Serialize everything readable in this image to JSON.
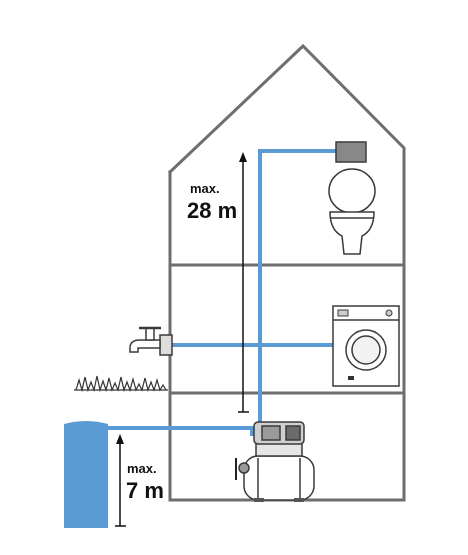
{
  "labels": {
    "upper_max": "max.",
    "upper_height": "28 m",
    "lower_max": "max.",
    "lower_height": "7 m"
  },
  "colors": {
    "pipe": "#5b9bd5",
    "water": "#5b9bd5",
    "structure": "#6d6e71",
    "outline": "#3a3a3a"
  },
  "icons": [
    "outdoor-tap-icon",
    "washing-machine-icon",
    "toilet-icon",
    "pump-icon",
    "grass-icon"
  ]
}
